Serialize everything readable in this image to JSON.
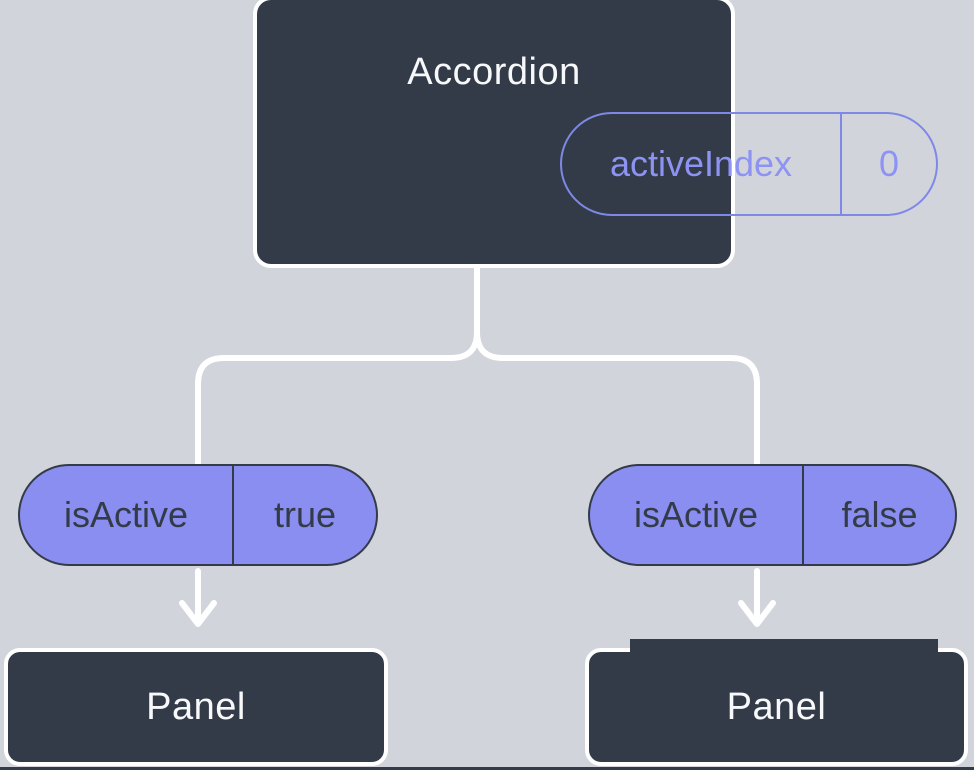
{
  "colors": {
    "background": "#d2d4dc",
    "node-dark": "#333b49",
    "node-border": "#ffffff",
    "light-text": "#f7f8f9",
    "dark-text": "#333b49",
    "pill-fill": "#8a8ef0",
    "pill-outline": "#7f88e6",
    "purple-text": "#8d93f2",
    "line": "#ffffff"
  },
  "diagram": {
    "root": {
      "title": "Accordion",
      "state": {
        "label": "activeIndex",
        "value": "0"
      }
    },
    "branches": [
      {
        "prop": {
          "label": "isActive",
          "value": "true"
        },
        "node": {
          "title": "Panel"
        }
      },
      {
        "prop": {
          "label": "isActive",
          "value": "false"
        },
        "node": {
          "title": "Panel"
        }
      }
    ]
  }
}
